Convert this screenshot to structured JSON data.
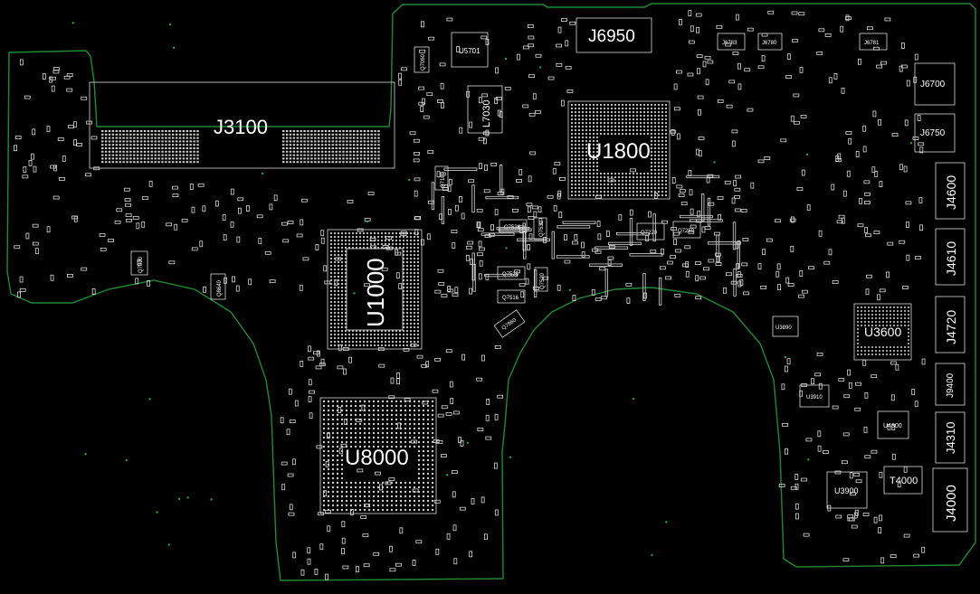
{
  "colors": {
    "background": "#000000",
    "board_outline": "#1f8a35",
    "silkscreen": "#d9d9d9",
    "label": "#ffffff"
  },
  "components": {
    "j3100": "J3100",
    "u1800": "U1800",
    "u1000": "U1000",
    "u8000": "U8000",
    "u3600": "U3600",
    "j6950": "J6950",
    "u5701": "U5701",
    "l7030": "L7030",
    "j6700": "J6700",
    "j6750": "J6750",
    "j4600": "J4600",
    "j4610": "J4610",
    "j4720": "J4720",
    "j9400": "J9400",
    "j4310": "J4310",
    "j4000": "J4000",
    "t4000": "T4000",
    "u3900": "U3900",
    "u3890": "U3890",
    "u3910": "U3910",
    "u4800": "U4800",
    "j6783": "J6783",
    "j6780": "J6780",
    "j6781": "J6781",
    "q7530": "Q7530",
    "q7536": "Q7536",
    "q7525": "Q7525",
    "q7516": "Q7516",
    "q7220": "Q7220",
    "q7250": "Q7250",
    "q7860": "Q7860",
    "q7830": "Q7830",
    "q8640": "Q8640",
    "q7060": "Q7060",
    "q7160": "Q7160",
    "q7520": "Q7520",
    "q7532": "Q7532"
  }
}
